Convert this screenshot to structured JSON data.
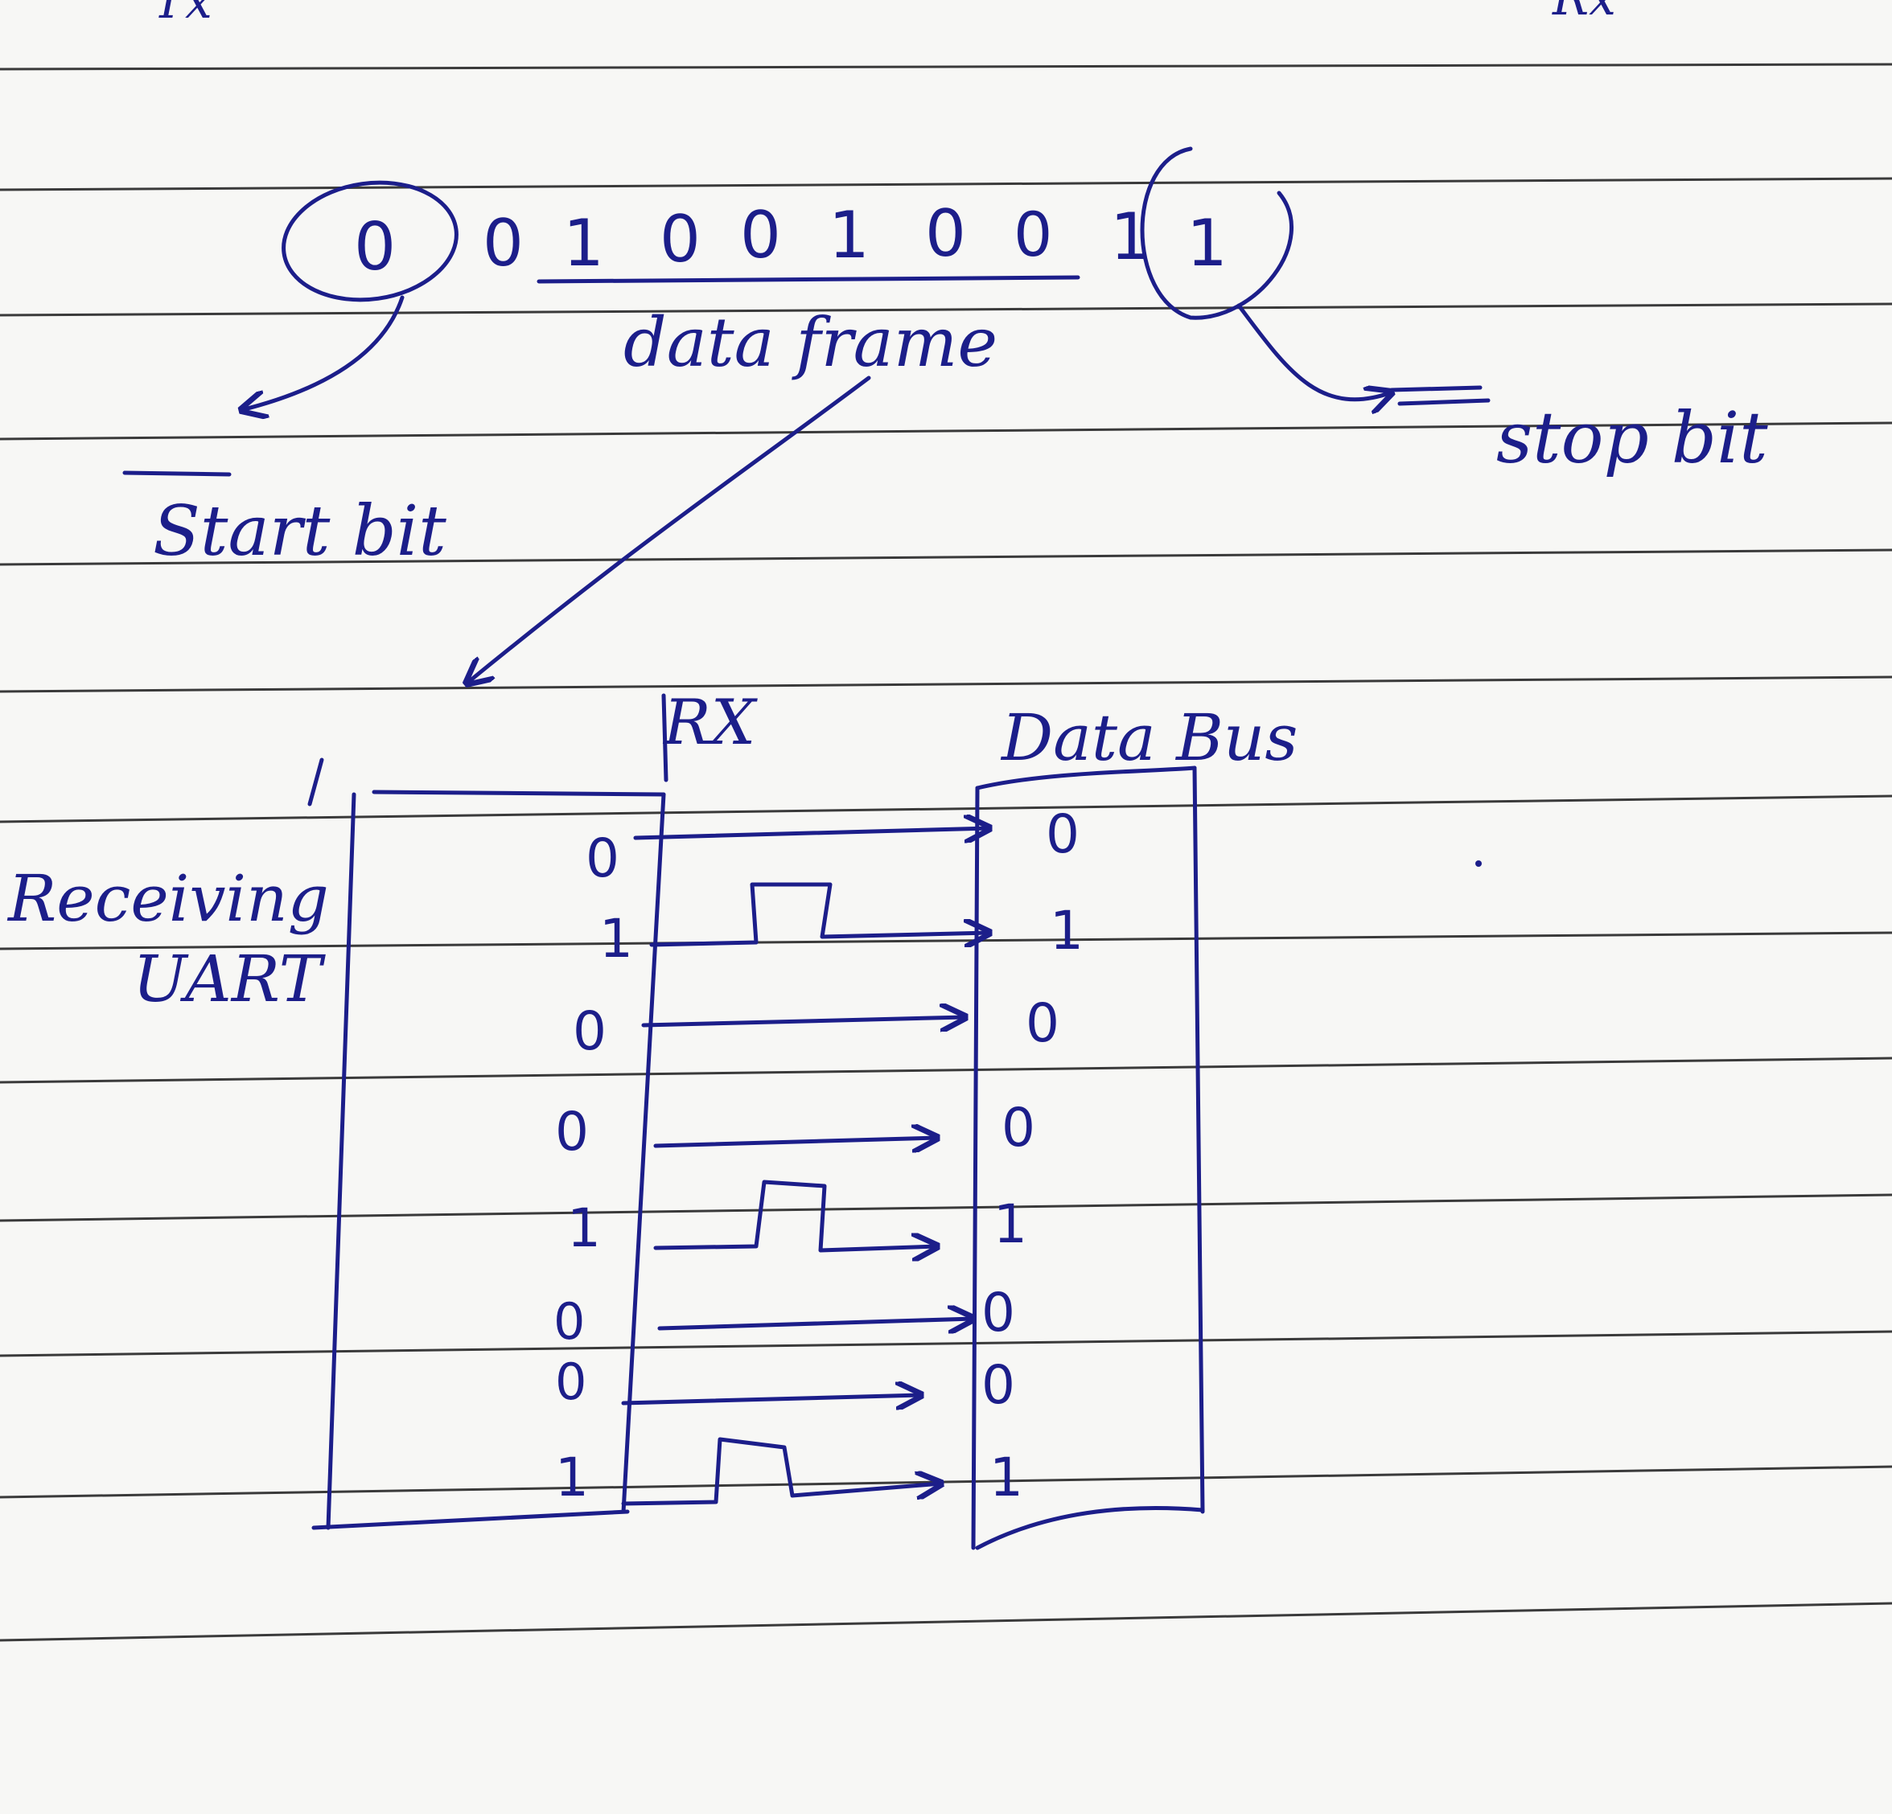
{
  "header": {
    "left_fragment": "Tx",
    "right_fragment": "Rx"
  },
  "frame": {
    "start_bit": "0",
    "data_bits": [
      "0",
      "1",
      "0",
      "0",
      "1",
      "0",
      "0",
      "1"
    ],
    "stop_bit": "1",
    "data_label": "data frame",
    "start_label": "Start bit",
    "stop_label": "stop bit"
  },
  "receiver": {
    "block_label_line1": "Receiving",
    "block_label_line2": "UART",
    "rx_label": "RX",
    "bus_label": "Data Bus",
    "rx_bits": [
      "0",
      "1",
      "0",
      "0",
      "1",
      "0",
      "0",
      "1"
    ],
    "bus_bits": [
      "0",
      "1",
      "0",
      "0",
      "1",
      "0",
      "0",
      "1"
    ]
  },
  "colors": {
    "ink": "#1c1e8a",
    "paper": "#f7f7f5",
    "rule": "#3a3a3a"
  }
}
